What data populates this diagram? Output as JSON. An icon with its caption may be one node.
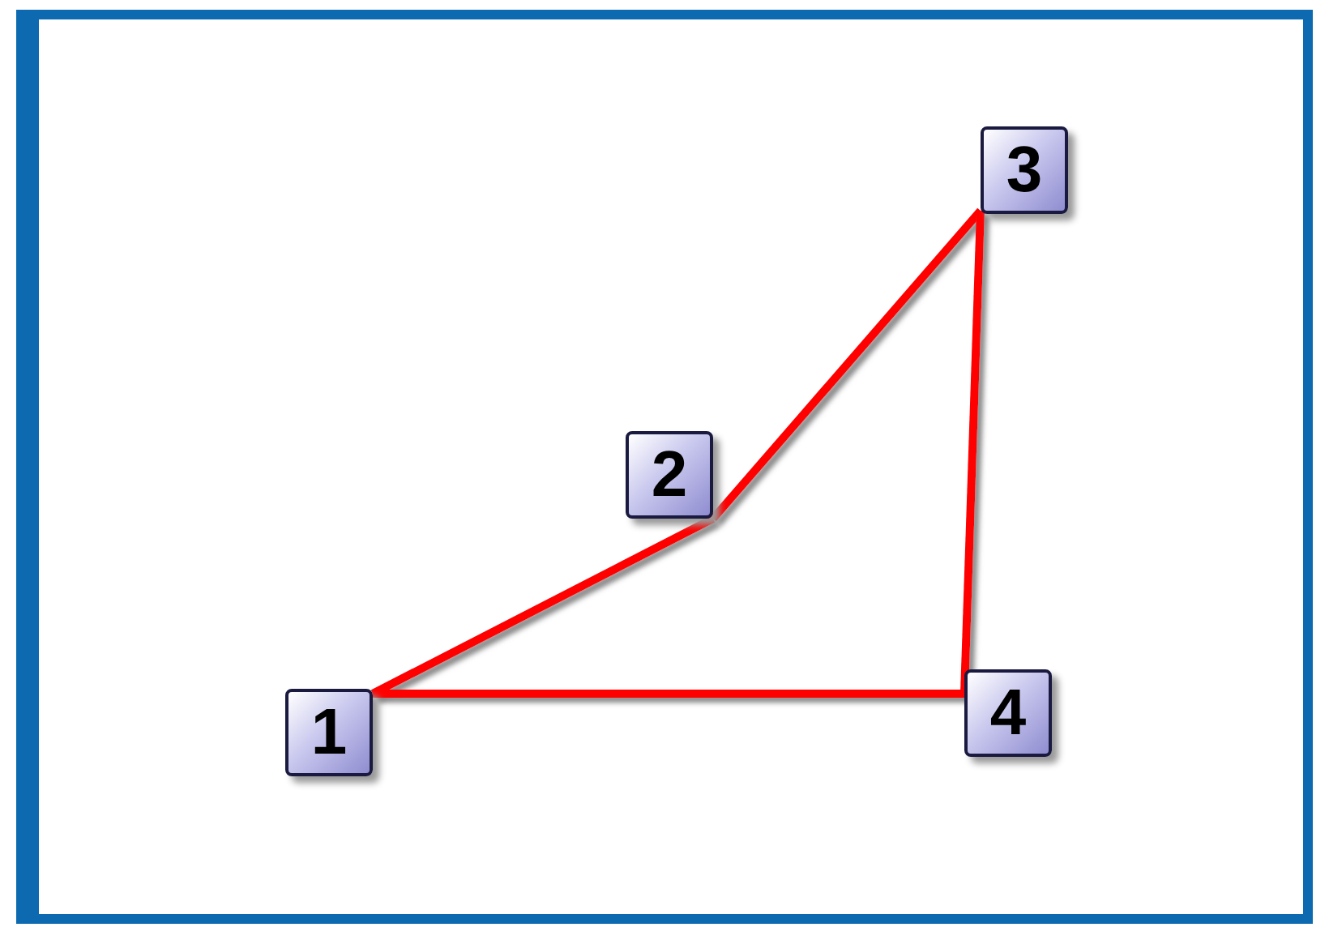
{
  "diagram": {
    "nodes": [
      {
        "text": [
          "1"
        ]
      },
      {
        "text": [
          "2"
        ]
      },
      {
        "text": [
          "3"
        ]
      },
      {
        "text": [
          "4"
        ]
      }
    ],
    "edges": [
      {
        "from": 0,
        "to": 1,
        "arrow": "none"
      },
      {
        "from": 1,
        "to": 2,
        "arrow": "none"
      },
      {
        "from": 2,
        "to": 3,
        "arrow": "none"
      },
      {
        "from": 3,
        "to": 0,
        "arrow": "none"
      }
    ]
  }
}
